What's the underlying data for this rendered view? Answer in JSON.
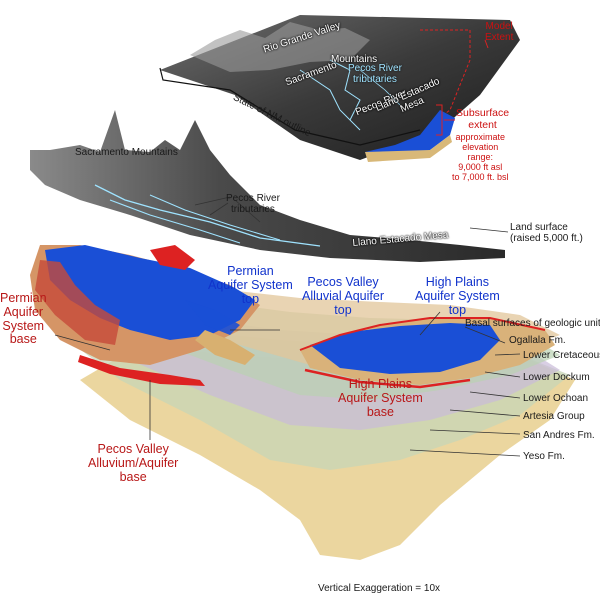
{
  "labels": {
    "rio_grande_valley": "Rio Grande Valley",
    "sacramento_mountains_top": "Sacramento",
    "mountains_word": "Mountains",
    "pecos_tributaries_top": [
      "Pecos River",
      "tributaries"
    ],
    "pecos_river_top": "Pecos River",
    "llano_estacado_top": [
      "Llano Estacado",
      "Mesa"
    ],
    "state_outline": "State of NM outline",
    "model_extent": [
      "Model",
      "Extent"
    ],
    "subsurface_extent": [
      "Subsurface",
      "extent"
    ],
    "elevation_range": [
      "approximate",
      "elevation",
      "range:",
      "9,000 ft asl",
      "to 7,000 ft. bsl"
    ],
    "sacramento_mountains_mid": "Sacramento Mountains",
    "pecos_tributaries_mid": [
      "Pecos River",
      "tributaries"
    ],
    "llano_estacado_mid": "Llano Estacado Mesa",
    "land_surface": [
      "Land surface",
      "(raised 5,000 ft.)"
    ],
    "permian_top": [
      "Permian",
      "Aquifer System",
      "top"
    ],
    "pecos_valley_top": [
      "Pecos Valley",
      "Alluvial Aquifer",
      "top"
    ],
    "high_plains_top": [
      "High Plains",
      "Aquifer System",
      "top"
    ],
    "basal_surfaces_title": "Basal surfaces of geologic units",
    "units": [
      "Ogallala Fm.",
      "Lower Cretaceous",
      "Lower Dockum",
      "Lower Ochoan",
      "Artesia Group",
      "San Andres Fm.",
      "Yeso Fm."
    ],
    "permian_base": [
      "Permian",
      "Aquifer",
      "System",
      "base"
    ],
    "high_plains_base": [
      "High Plains",
      "Aquifer System",
      "base"
    ],
    "pecos_valley_base": [
      "Pecos Valley",
      "Alluvium/Aquifer",
      "base"
    ],
    "vertical_exaggeration": "Vertical Exaggeration = 10x"
  },
  "colors": {
    "blue_label": "#1133cc",
    "red_label": "#b81818",
    "aquifer_blue": "#1a4fd6",
    "extent_red": "#dd2222",
    "tributary_cyan": "#9fe3ff"
  }
}
